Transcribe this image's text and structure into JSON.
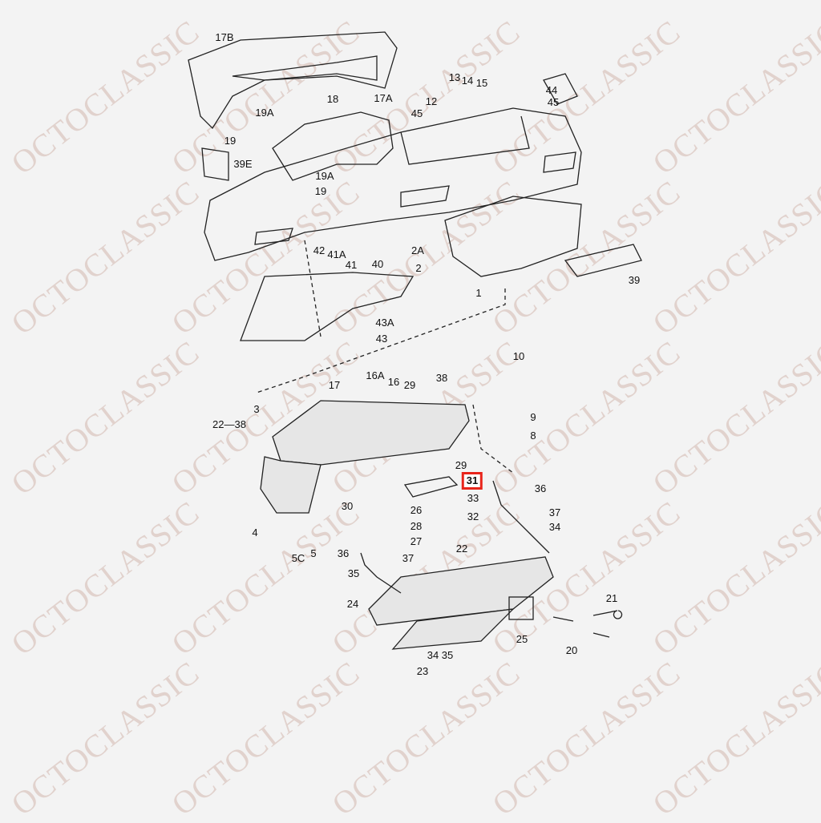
{
  "watermark": "OCTOCLASSIC",
  "highlight_color": "#e8241a",
  "diagram": {
    "title": "Dashboard and glove compartment parts diagram",
    "highlighted_part": "31",
    "labels": [
      "17B",
      "19A",
      "19",
      "39E",
      "18",
      "17A",
      "19A",
      "19",
      "13",
      "14",
      "15",
      "12",
      "45",
      "44",
      "45",
      "2A",
      "2",
      "1",
      "39",
      "42",
      "41A",
      "41",
      "40",
      "43A",
      "43",
      "10",
      "9",
      "8",
      "17",
      "16A",
      "16",
      "29",
      "38",
      "3",
      "22—38",
      "29",
      "31",
      "36",
      "37",
      "30",
      "33",
      "26",
      "32",
      "34",
      "4",
      "28",
      "27",
      "5C",
      "5",
      "36",
      "37",
      "22",
      "35",
      "24",
      "21",
      "25",
      "20",
      "34  35",
      "23"
    ]
  }
}
